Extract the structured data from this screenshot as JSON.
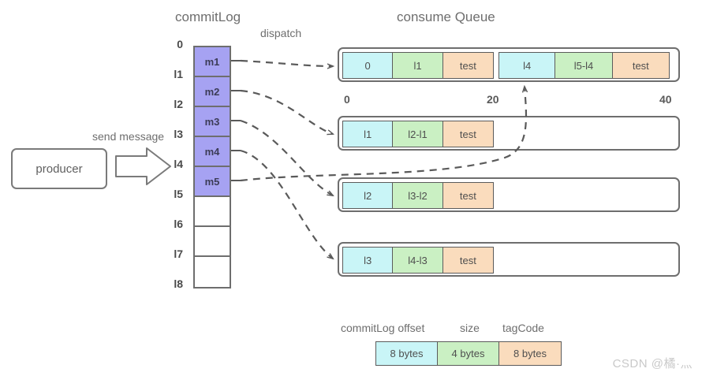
{
  "titles": {
    "commitlog": "commitLog",
    "dispatch": "dispatch",
    "consume_queue": "consume Queue"
  },
  "producer": {
    "label": "producer",
    "send_label": "send message"
  },
  "commitlog": {
    "offsets": [
      "0",
      "l1",
      "l2",
      "l3",
      "l4",
      "l5",
      "l6",
      "l7",
      "l8"
    ],
    "cells": [
      {
        "label": "m1",
        "filled": true
      },
      {
        "label": "m2",
        "filled": true
      },
      {
        "label": "m3",
        "filled": true
      },
      {
        "label": "m4",
        "filled": true
      },
      {
        "label": "m5",
        "filled": true
      },
      {
        "label": "",
        "filled": false
      },
      {
        "label": "",
        "filled": false
      },
      {
        "label": "",
        "filled": false
      }
    ],
    "fill_color": "#a6a2f2"
  },
  "consume_queue": {
    "rows": [
      {
        "groups": [
          {
            "offset": "0",
            "size": "l1",
            "tag": "test"
          },
          {
            "offset": "l4",
            "size": "l5-l4",
            "tag": "test"
          }
        ],
        "axis": [
          "0",
          "20",
          "40"
        ]
      },
      {
        "groups": [
          {
            "offset": "l1",
            "size": "l2-l1",
            "tag": "test"
          }
        ]
      },
      {
        "groups": [
          {
            "offset": "l2",
            "size": "l3-l2",
            "tag": "test"
          }
        ]
      },
      {
        "groups": [
          {
            "offset": "l3",
            "size": "l4-l3",
            "tag": "test"
          }
        ]
      }
    ]
  },
  "legend": {
    "headers": [
      "commitLog offset",
      "size",
      "tagCode"
    ],
    "cells": [
      {
        "label": "8 bytes",
        "color": "#c9f5f7"
      },
      {
        "label": "4 bytes",
        "color": "#caf0c3"
      },
      {
        "label": "8 bytes",
        "color": "#fadcbd"
      }
    ]
  },
  "watermark": "CSDN @橘·灬",
  "colors": {
    "offset_cell": "#c9f5f7",
    "size_cell": "#caf0c3",
    "tag_cell": "#fadcbd",
    "commitlog_cell": "#a6a2f2",
    "stroke": "#6e6e6e"
  }
}
